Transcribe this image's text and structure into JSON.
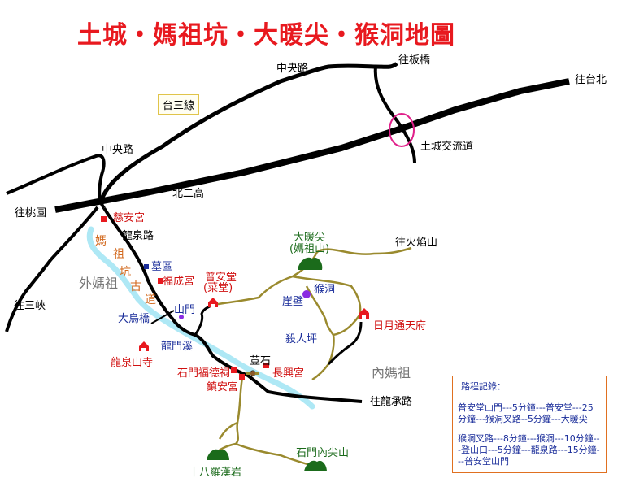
{
  "title": "土城・媽祖坑・大暖尖・猴洞地圖",
  "labels": {
    "zhongyang_top": "中央路",
    "to_banqiao": "往板橋",
    "to_taipei": "往台北",
    "tai3": "台三線",
    "tucheng_ic": "土城交流道",
    "zhongyang_left": "中央路",
    "bei2gao": "北二高",
    "to_taoyuan": "往桃園",
    "to_sanxia": "往三峽",
    "ciantemple": "慈安宮",
    "longquan_road": "龍泉路",
    "cemetery": "墓區",
    "fucheng": "福成宮",
    "puantang": "普安堂",
    "puantang_sub": "(菜堂)",
    "shanmen": "山門",
    "daniao_bridge": "大鳥橋",
    "longmen_creek": "龍門溪",
    "longquan_temple": "龍泉山寺",
    "shimen_fude": "石門福德祠",
    "zhenan": "鎮安宮",
    "dounshi": "荳石",
    "changxing": "長興宮",
    "nuanjian": "大暖尖",
    "nuanjian_sub": "(媽祖山)",
    "to_huoyanshan": "往火焰山",
    "yabi": "崖壁",
    "hoodong": "猴洞",
    "sharenping": "殺人坪",
    "riyue": "日月通天府",
    "outer_mazu": "外媽祖",
    "inner_mazu": "內媽祖",
    "to_longcheng": "往龍承路",
    "shiba_luohan": "十八羅漢岩",
    "shimen_neijian": "石門內尖山"
  },
  "trail_name_chars": [
    "媽",
    "祖",
    "坑",
    "古",
    "道"
  ],
  "route_info": {
    "title": "路程記錄：",
    "para1": "普安堂山門---5分鐘---普安堂---25分鐘---猴洞叉路--5分鐘---大暖尖",
    "para2": "猴洞叉路---8分鐘---猴洞---10分鐘---登山口---5分鐘---龍泉路---15分鐘---普安堂山門"
  },
  "colors": {
    "title": "#e8191f",
    "road": "#000000",
    "trail": "#9a8a2e",
    "river": "#aee8f5",
    "temple": "#e8191f",
    "peak": "#1b6b1b",
    "cemetery": "#1a2d9a",
    "cave": "#8a2be2",
    "interchange": "#e0208a"
  },
  "icons": {
    "temple": "temple-icon",
    "peak": "mountain-icon",
    "cemetery": "cemetery-icon",
    "cave": "cave-icon",
    "rock": "rock-icon",
    "landmark": "landmark-dot-icon"
  }
}
